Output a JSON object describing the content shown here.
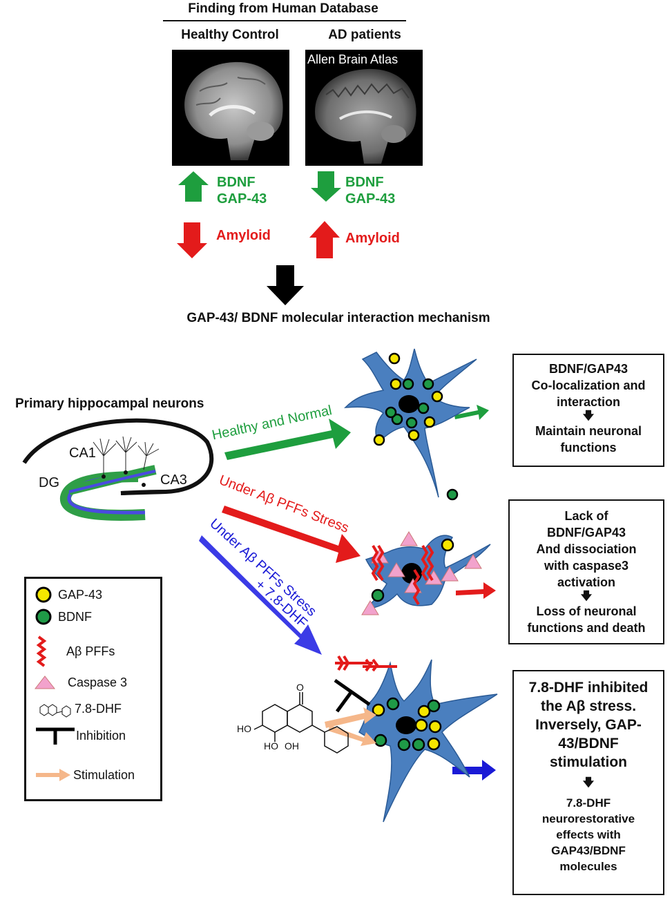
{
  "top": {
    "title": "Finding from Human Database",
    "healthy_label": "Healthy Control",
    "ad_label": "AD patients",
    "atlas_label": "Allen Brain Atlas",
    "healthy_markers": [
      "BDNF",
      "GAP-43"
    ],
    "healthy_amyloid": "Amyloid",
    "ad_markers": [
      "BDNF",
      "GAP-43"
    ],
    "ad_amyloid": "Amyloid",
    "mechanism_title": "GAP-43/ BDNF molecular interaction mechanism"
  },
  "neurons": {
    "title": "Primary hippocampal neurons",
    "regions": {
      "ca1": "CA1",
      "dg": "DG",
      "ca3": "CA3"
    }
  },
  "pathways": {
    "healthy": "Healthy and Normal",
    "stress": "Under Aβ PFFs Stress",
    "stress_dhf_line1": "Under Aβ PFFs Stress",
    "stress_dhf_line2": "+ 7.8-DHF"
  },
  "outcomes": {
    "healthy": {
      "line1": "BDNF/GAP43",
      "line2": "Co-localization and",
      "line3": "interaction",
      "line4": "Maintain neuronal",
      "line5": "functions"
    },
    "stress": {
      "line1": "Lack of",
      "line2": "BDNF/GAP43",
      "line3": "And dissociation",
      "line4": "with caspase3",
      "line5": "activation",
      "line6": "Loss of neuronal",
      "line7": "functions and death"
    },
    "dhf": {
      "line1": "7.8-DHF inhibited",
      "line2": "the Aβ stress.",
      "line3": "Inversely, GAP-",
      "line4": "43/BDNF",
      "line5": "stimulation",
      "line6": "7.8-DHF",
      "line7": "neurorestorative",
      "line8": "effects with",
      "line9": "GAP43/BDNF",
      "line10": "molecules"
    }
  },
  "legend": {
    "gap43": "GAP-43",
    "bdnf": "BDNF",
    "abeta": "Aβ PFFs",
    "casp3": "Caspase 3",
    "dhf": "7.8-DHF",
    "inhibition": "Inhibition",
    "stimulation": "Stimulation"
  },
  "molecule": {
    "ho1": "HO",
    "ho2": "HO",
    "oh": "OH",
    "o": "O"
  },
  "colors": {
    "green": "#1e9e3e",
    "red": "#e31b1b",
    "blue": "#3b3be6",
    "neuron": "#4a7fbf",
    "gap43": "#f5e600",
    "bdnf": "#1f9a47",
    "caspase": "#f2a2cc",
    "stimulation": "#f5b78a"
  }
}
